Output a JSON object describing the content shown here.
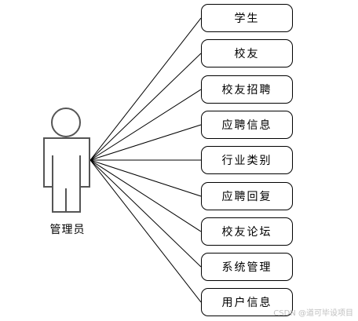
{
  "actor": {
    "label": "管理员"
  },
  "use_cases": [
    {
      "label": "学生"
    },
    {
      "label": "校友"
    },
    {
      "label": "校友招聘"
    },
    {
      "label": "应聘信息"
    },
    {
      "label": "行业类别"
    },
    {
      "label": "应聘回复"
    },
    {
      "label": "校友论坛"
    },
    {
      "label": "系统管理"
    },
    {
      "label": "用户信息"
    }
  ],
  "watermark": "CSDN @道可毕设项目",
  "colors": {
    "line": "#000000",
    "actor_stroke": "#555555",
    "background": "#ffffff"
  }
}
